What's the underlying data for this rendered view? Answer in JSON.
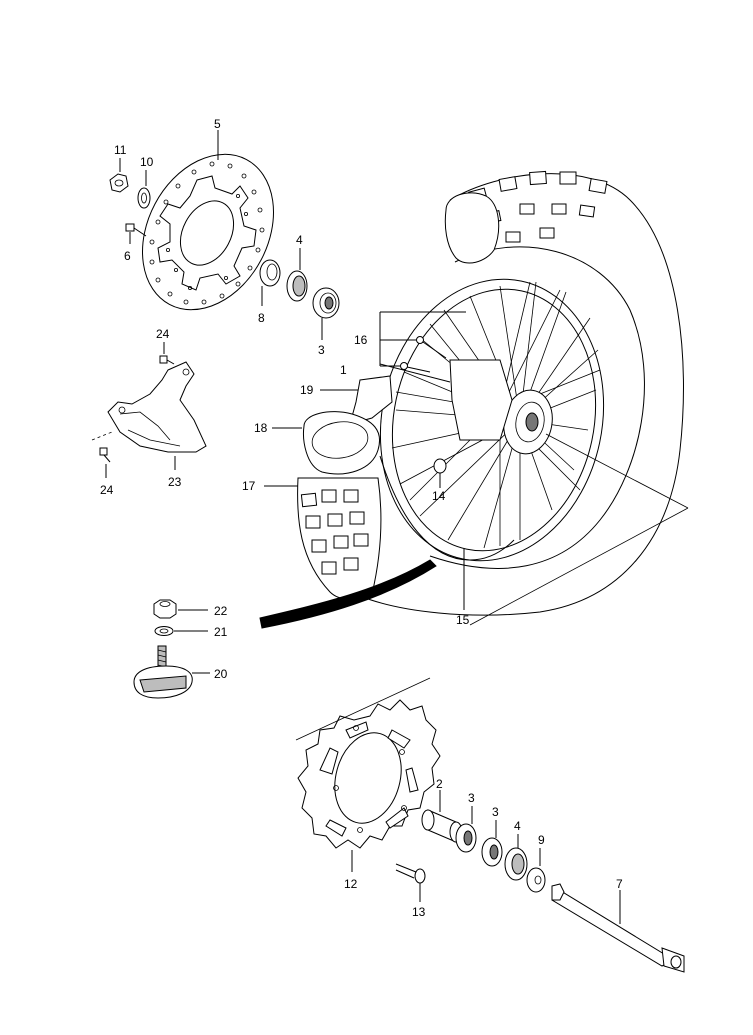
{
  "diagram": {
    "type": "exploded-parts-view",
    "callouts": [
      {
        "id": "p1",
        "label": "1"
      },
      {
        "id": "p2",
        "label": "2"
      },
      {
        "id": "p3a",
        "label": "3"
      },
      {
        "id": "p3b",
        "label": "3"
      },
      {
        "id": "p3c",
        "label": "3"
      },
      {
        "id": "p4a",
        "label": "4"
      },
      {
        "id": "p4b",
        "label": "4"
      },
      {
        "id": "p5",
        "label": "5"
      },
      {
        "id": "p6",
        "label": "6"
      },
      {
        "id": "p7",
        "label": "7"
      },
      {
        "id": "p8",
        "label": "8"
      },
      {
        "id": "p9",
        "label": "9"
      },
      {
        "id": "p10",
        "label": "10"
      },
      {
        "id": "p11",
        "label": "11"
      },
      {
        "id": "p12",
        "label": "12"
      },
      {
        "id": "p13",
        "label": "13"
      },
      {
        "id": "p14",
        "label": "14"
      },
      {
        "id": "p15",
        "label": "15"
      },
      {
        "id": "p16",
        "label": "16"
      },
      {
        "id": "p17",
        "label": "17"
      },
      {
        "id": "p18",
        "label": "18"
      },
      {
        "id": "p19",
        "label": "19"
      },
      {
        "id": "p20",
        "label": "20"
      },
      {
        "id": "p21",
        "label": "21"
      },
      {
        "id": "p22",
        "label": "22"
      },
      {
        "id": "p23",
        "label": "23"
      },
      {
        "id": "p24a",
        "label": "24"
      },
      {
        "id": "p24b",
        "label": "24"
      }
    ]
  }
}
